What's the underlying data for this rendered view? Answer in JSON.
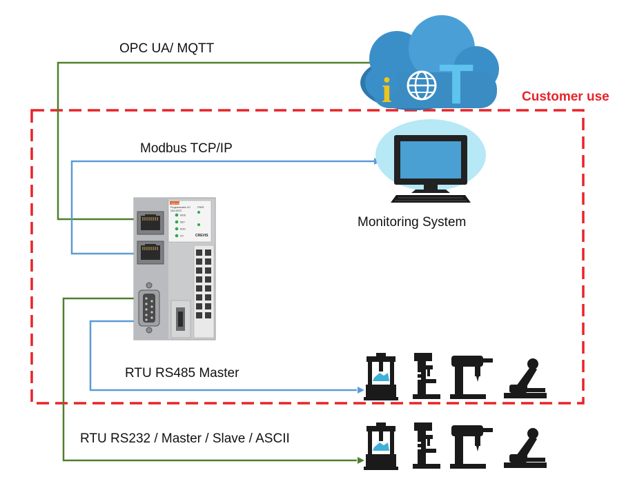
{
  "labels": {
    "opc": "OPC UA/ MQTT",
    "modbus": "Modbus TCP/IP",
    "monitoring": "Monitoring System",
    "rs485": "RTU RS485 Master",
    "rs232": "RTU RS232 / Master / Slave / ASCII",
    "customer": "Customer use"
  },
  "iot": {
    "i": "i",
    "t": "T"
  },
  "device": {
    "brand_tag": "CREVIS",
    "model": "Programmable I/O",
    "model_no": "GN-9372",
    "pwr": "PWR",
    "leds": [
      "MOD",
      "NET",
      "RUN",
      "I/O"
    ],
    "brand": "CREVIS"
  },
  "colors": {
    "green_wire": "#4d7f2d",
    "blue_wire": "#5b9bd5",
    "dash_box": "#e8232a",
    "cloud": "#5aa8d6",
    "iot_yellow": "#f0c419",
    "iot_blue": "#5ec3ef"
  }
}
